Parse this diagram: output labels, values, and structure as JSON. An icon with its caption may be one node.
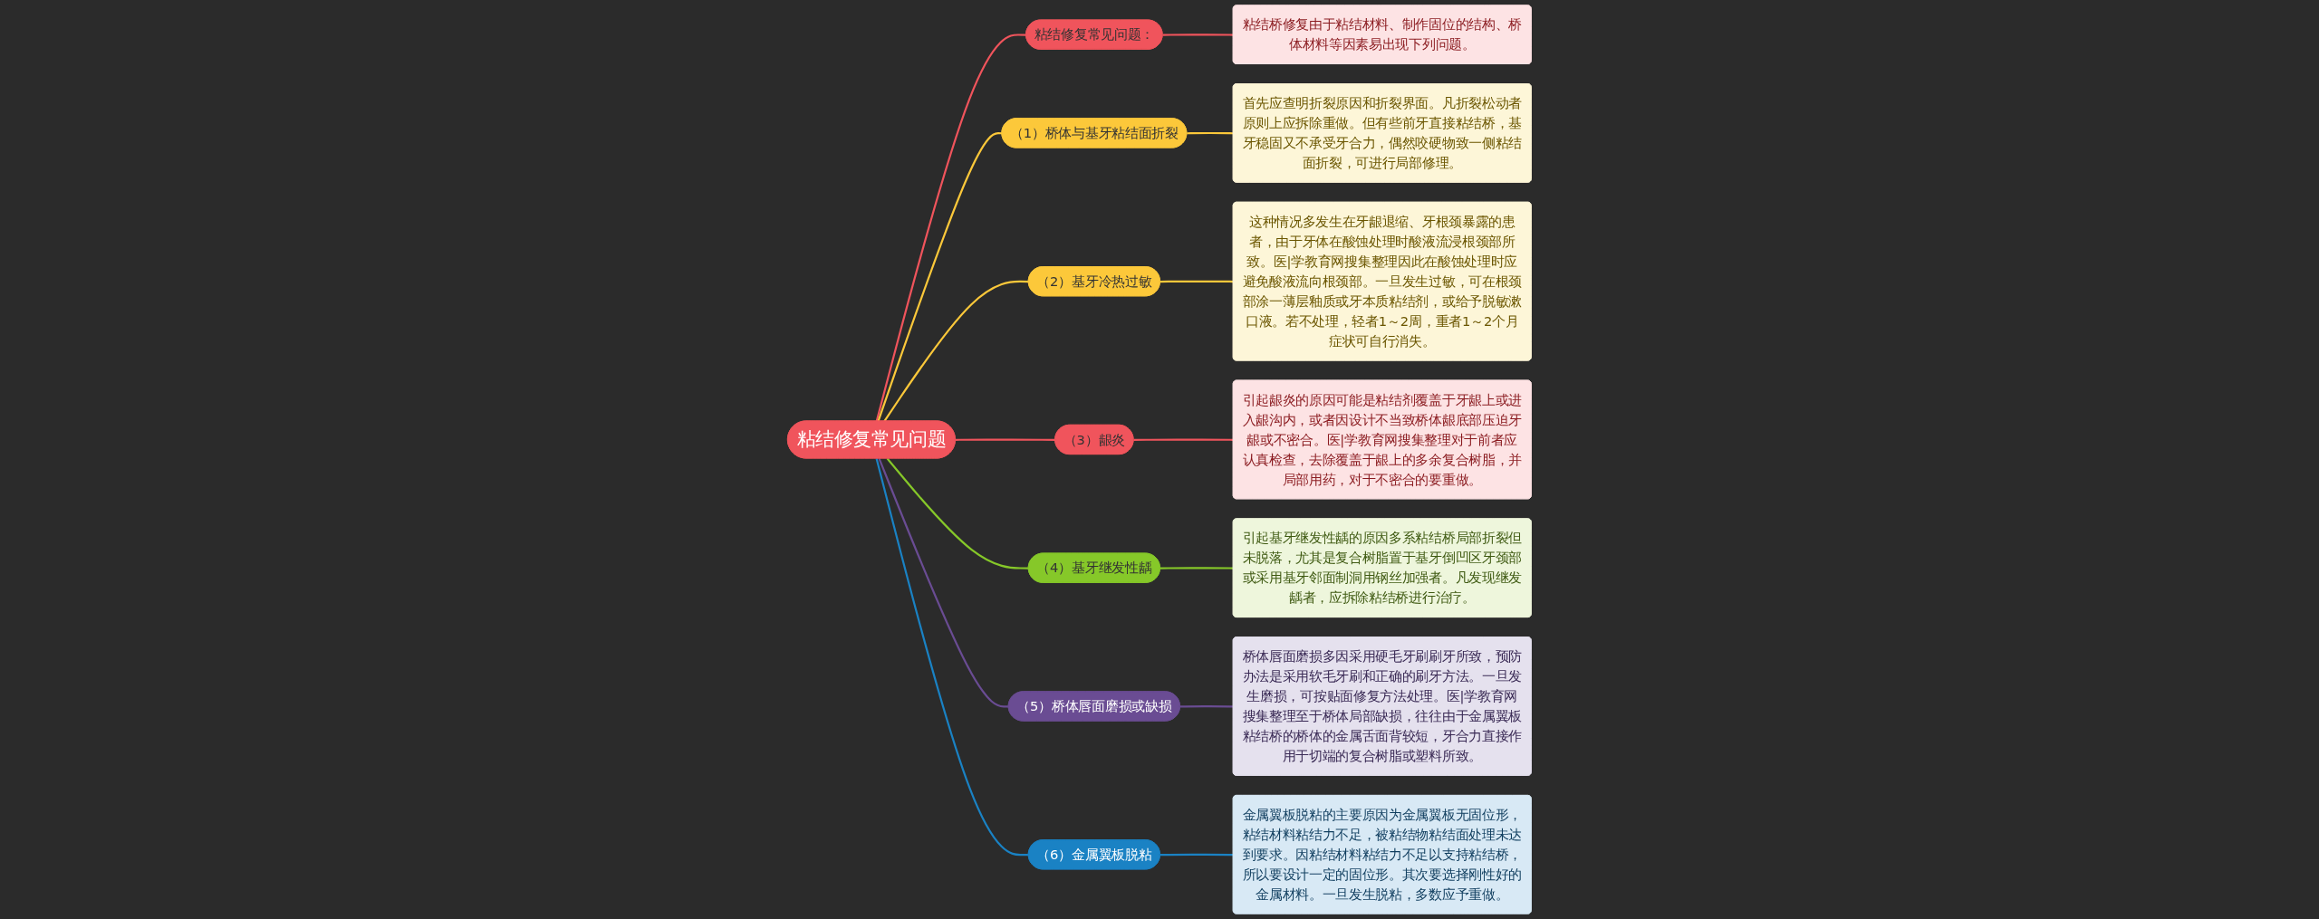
{
  "diagram": {
    "nodes": [
      {
        "text": [
          "粘结修复常见问题"
        ]
      },
      {
        "text": [
          "粘结修复常见问题："
        ]
      },
      {
        "text": [
          "粘结桥修复由于粘结材料、制作固位的结构、桥体材料等因素易出现下列问题。"
        ]
      },
      {
        "text": [
          "（1）桥体与基牙粘结面折裂"
        ]
      },
      {
        "text": [
          "首先应查明折裂原因和折裂界面。凡折裂松动者原则上应拆除重做。但有些前牙直接粘结桥，基牙稳固又不承受牙合力，偶然咬硬物致一侧粘结面折裂，可进行局部修理。"
        ]
      },
      {
        "text": [
          "（2）基牙冷热过敏"
        ]
      },
      {
        "text": [
          "这种情况多发生在牙龈退缩、牙根颈暴露的患者，由于牙体在酸蚀处理时酸液流浸根颈部所致。医|学教育网搜集整理因此在酸蚀处理时应避免酸液流向根颈部。一旦发生过敏，可在根颈部涂一薄层釉质或牙本质粘结剂，或给予脱敏漱口液。若不处理，轻者1～2周，重者1～2个月症状可自行消失。"
        ]
      },
      {
        "text": [
          "（3）龈炎"
        ]
      },
      {
        "text": [
          "引起龈炎的原因可能是粘结剂覆盖于牙龈上或进入龈沟内，或者因设计不当致桥体龈底部压迫牙龈或不密合。医|学教育网搜集整理对于前者应认真检查，去除覆盖于龈上的多余复合树脂，并局部用药，对于不密合的要重做。"
        ]
      },
      {
        "text": [
          "（4）基牙继发性龋"
        ]
      },
      {
        "text": [
          "引起基牙继发性龋的原因多系粘结桥局部折裂但未脱落，尤其是复合树脂置于基牙倒凹区牙颈部或采用基牙邻面制洞用钢丝加强者。凡发现继发龋者，应拆除粘结桥进行治疗。"
        ]
      },
      {
        "text": [
          "（5）桥体唇面磨损或缺损"
        ]
      },
      {
        "text": [
          "桥体唇面磨损多因采用硬毛牙刷刷牙所致，预防办法是采用软毛牙刷和正确的刷牙方法。一旦发生磨损，可按贴面修复方法处理。医|学教育网搜集整理至于桥体局部缺损，往往由于金属翼板粘结桥的桥体的金属舌面背较短，牙合力直接作用于切端的复合树脂或塑料所致。"
        ]
      },
      {
        "text": [
          "（6）金属翼板脱粘"
        ]
      },
      {
        "text": [
          "金属翼板脱粘的主要原因为金属翼板无固位形，粘结材料粘结力不足，被粘结物粘结面处理未达到要求。因粘结材料粘结力不足以支持粘结桥，所以要设计一定的固位形。其次要选择刚性好的金属材料。一旦发生脱粘，多数应予重做。"
        ]
      }
    ],
    "edges": [
      {
        "from": 0,
        "to": 1,
        "arrow": "none",
        "color": "#f0545c"
      },
      {
        "from": 1,
        "to": 2,
        "arrow": "none",
        "color": "#f0545c"
      },
      {
        "from": 0,
        "to": 3,
        "arrow": "none",
        "color": "#fcc83a"
      },
      {
        "from": 3,
        "to": 4,
        "arrow": "none",
        "color": "#fcc83a"
      },
      {
        "from": 0,
        "to": 5,
        "arrow": "none",
        "color": "#fcc83a"
      },
      {
        "from": 5,
        "to": 6,
        "arrow": "none",
        "color": "#fcc83a"
      },
      {
        "from": 0,
        "to": 7,
        "arrow": "none",
        "color": "#f0545c"
      },
      {
        "from": 7,
        "to": 8,
        "arrow": "none",
        "color": "#f0545c"
      },
      {
        "from": 0,
        "to": 9,
        "arrow": "none",
        "color": "#86c829"
      },
      {
        "from": 9,
        "to": 10,
        "arrow": "none",
        "color": "#86c829"
      },
      {
        "from": 0,
        "to": 11,
        "arrow": "none",
        "color": "#6a4c93"
      },
      {
        "from": 11,
        "to": 12,
        "arrow": "none",
        "color": "#6a4c93"
      },
      {
        "from": 0,
        "to": 13,
        "arrow": "none",
        "color": "#1a82c4"
      },
      {
        "from": 13,
        "to": 14,
        "arrow": "none",
        "color": "#1a82c4"
      }
    ]
  }
}
